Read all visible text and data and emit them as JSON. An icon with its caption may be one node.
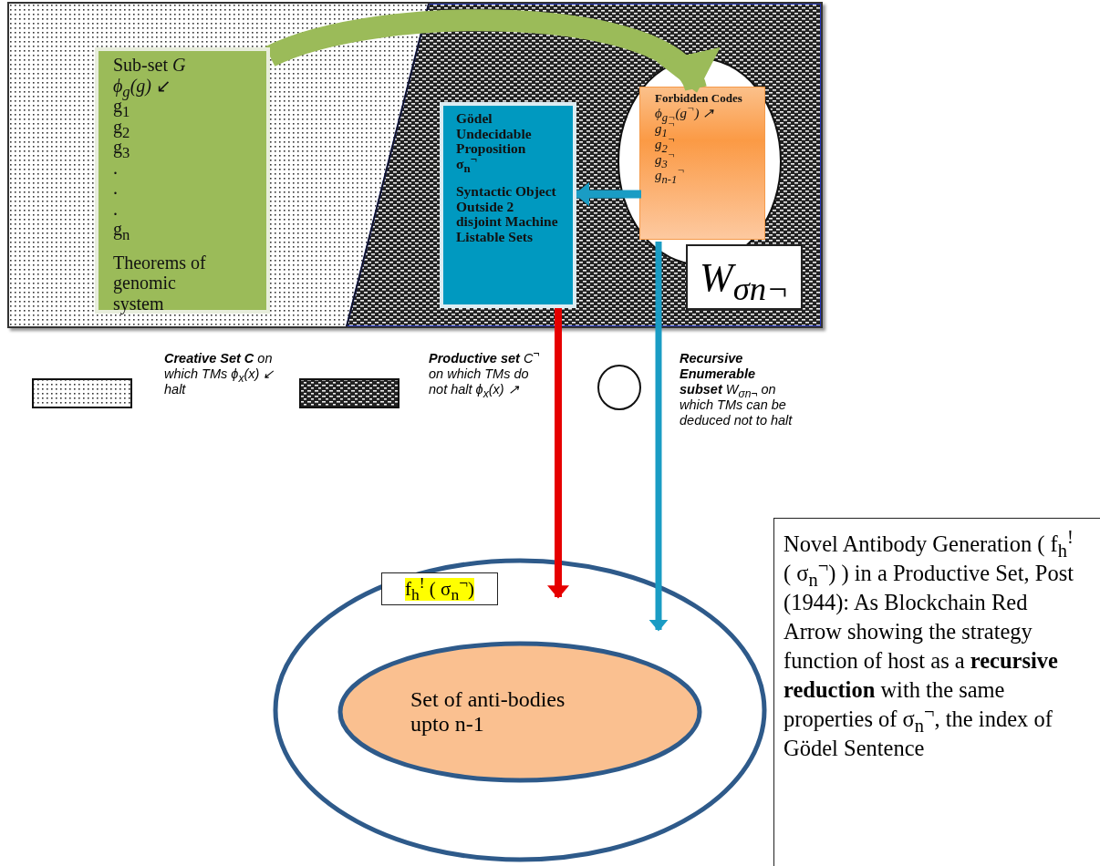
{
  "diagram": {
    "nodes": [
      {
        "text": [],
        "shape": "box"
      },
      {
        "text": [
          "Sub-set *G*",
          "*ϕ$_{g}$(g)* ↙",
          "g$_{1}$",
          "g$_{2}$",
          "g$_{3}$",
          ".",
          ".",
          ".",
          "g$_{n}$",
          "Theorems of genomic system"
        ],
        "in": 0
      },
      {
        "text": [
          "Gödel Undecidable Proposition",
          "σ$_{n}$$^{¬}$",
          "Syntactic Object Outside 2 disjoint Machine Listable Sets"
        ],
        "in": 0
      },
      {
        "text": [],
        "shape": "circle",
        "in": 0
      },
      {
        "text": [
          "Forbidden Codes",
          "ϕ$_{g¬}$(g$^{¬}$) ↗",
          "g$_{1}$$^{¬}$",
          "g$_{2}$$^{¬}$",
          "g$_{3}$$^{¬}$",
          "g$_{n-1}$$^{¬}$"
        ],
        "in": 3
      },
      {
        "text": [
          "W$_{σn¬}$"
        ],
        "in": 0
      },
      {
        "text": [],
        "shape": "circle"
      },
      {
        "text": [
          "f$_{h}$$^{!}$ ( σ$_{n}$$^{¬}$)"
        ],
        "in": 6
      },
      {
        "text": [
          "Set of anti-bodies upto n-1"
        ],
        "in": 6
      },
      {
        "text": [
          "Novel Antibody Generation ( f$_{h}$$^{!}$ ( σ$_{n}$$^{¬}$) ) in a Productive Set, Post (1944): As Blockchain Red Arrow showing the strategy function of host as a **recursive reduction** with the same properties of σ$_{n}$$^{¬}$, the index of Gödel Sentence"
        ]
      }
    ],
    "edges": [
      {
        "from": 1,
        "to": 4,
        "arrow": "to",
        "style": "thick",
        "color": "#9bbb59"
      },
      {
        "from": 4,
        "to": 2,
        "arrow": "to",
        "color": "#1a9cc4"
      },
      {
        "from": 2,
        "to": 6,
        "arrow": "to",
        "color": "#e60000"
      },
      {
        "from": 4,
        "to": 6,
        "arrow": "to",
        "color": "#1a9cc4"
      }
    ],
    "legend": [
      {
        "text": "**Creative Set C** on which TMs ϕ$_{x}$(x) ↙ halt"
      },
      {
        "text": "**Productive set** C$^{¬}$ on which TMs do not halt ϕ$_{x}$(x) ↗"
      },
      {
        "text": "**Recursive Enumerable subset** W$_{σn¬}$ on which TMs can be deduced not to halt"
      }
    ]
  }
}
